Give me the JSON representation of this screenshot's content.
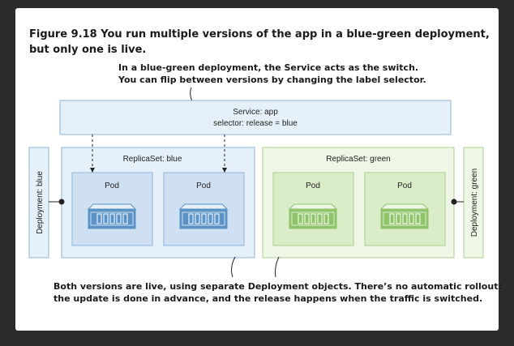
{
  "figure": {
    "caption": "Figure 9.18 You run multiple versions of the app in a blue-green deployment, but only one is live."
  },
  "annotations": {
    "top_line1": "In a blue-green deployment, the Service acts as the switch.",
    "top_line2": "You can flip between versions by changing the label selector.",
    "bottom_line1": "Both versions are live, using separate Deployment objects. There’s no automatic rollout:",
    "bottom_line2": "the update is done in advance, and the release happens when the traffic is switched."
  },
  "service": {
    "line1": "Service: app",
    "line2": "selector: release = blue"
  },
  "deployments": {
    "blue": "Deployment: blue",
    "green": "Deployment: green"
  },
  "replicasets": {
    "blue": "ReplicaSet: blue",
    "green": "ReplicaSet: green"
  },
  "pods": {
    "blue1": "Pod",
    "blue2": "Pod",
    "green1": "Pod",
    "green2": "Pod"
  },
  "colors": {
    "blue_fill": "#e6f0fa",
    "blue_border": "#8fb3d9",
    "green_fill": "#eef6e6",
    "green_border": "#a9cf8c",
    "container_blue": "#5b93c7",
    "container_green": "#8fc46b"
  }
}
